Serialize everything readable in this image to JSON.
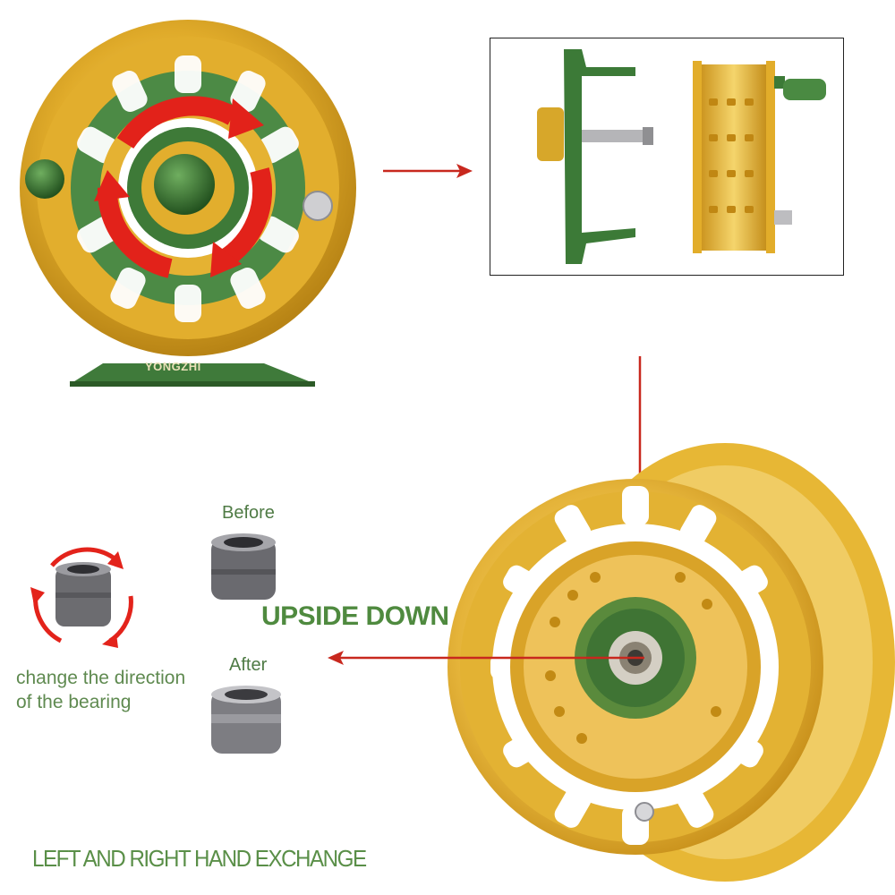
{
  "brand": "YONGZHI",
  "labels": {
    "upside_down": "UPSIDE DOWN",
    "before": "Before",
    "after": "After",
    "bearing_line1": "change the direction",
    "bearing_line2": "of the bearing",
    "footer": "LEFT AND RIGHT HAND EXCHANGE"
  },
  "colors": {
    "gold": "#e3b533",
    "green": "#3f7a3a",
    "arrow_red": "#c8281e",
    "label_green": "#5a8f48"
  }
}
